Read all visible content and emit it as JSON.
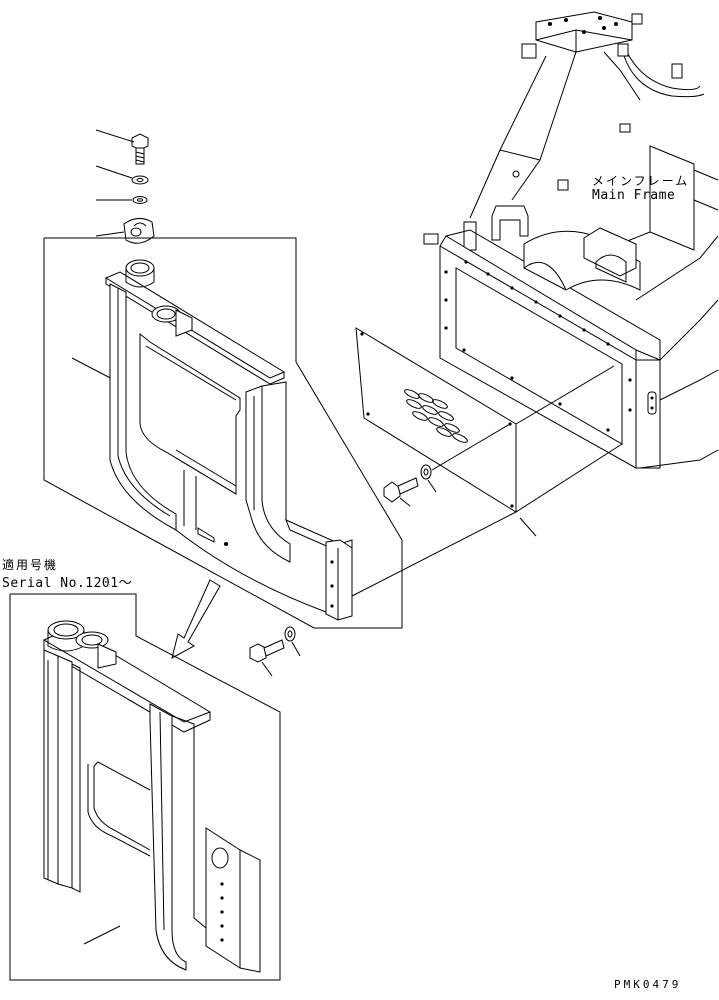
{
  "labels": {
    "main_frame_jp": "メインフレーム",
    "main_frame_en": "Main Frame",
    "serial_jp": "適用号機",
    "serial_en": "Serial No.1201～",
    "drawing_code": "PMK0479"
  },
  "parts": [
    {
      "name": "bolt",
      "icon": "bolt-icon"
    },
    {
      "name": "washer",
      "icon": "washer-icon"
    },
    {
      "name": "spring-washer",
      "icon": "spring-washer-icon"
    },
    {
      "name": "mount-rubber",
      "icon": "mount-rubber-icon"
    },
    {
      "name": "side-frame",
      "icon": "side-frame-icon"
    },
    {
      "name": "cover-plate",
      "icon": "cover-plate-icon"
    },
    {
      "name": "main-frame",
      "icon": "main-frame-icon"
    },
    {
      "name": "side-frame-alternate",
      "icon": "side-frame-alternate-icon"
    }
  ]
}
